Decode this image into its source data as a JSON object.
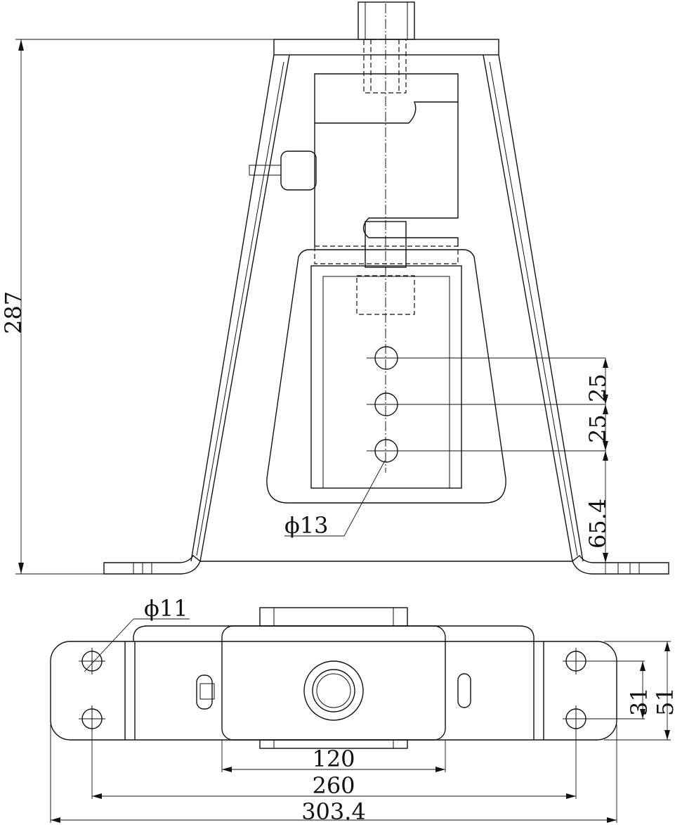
{
  "drawing": {
    "front_view": {
      "height_dim": "287",
      "hole_spacing_upper": "25",
      "hole_spacing_lower": "25",
      "bottom_offset": "65.4",
      "hole_diameter": "ϕ13"
    },
    "top_view": {
      "hole_diameter": "ϕ11",
      "inner_spacing": "31",
      "outer_width": "51",
      "center_width": "120",
      "hole_pitch": "260",
      "overall_length": "303.4"
    }
  }
}
